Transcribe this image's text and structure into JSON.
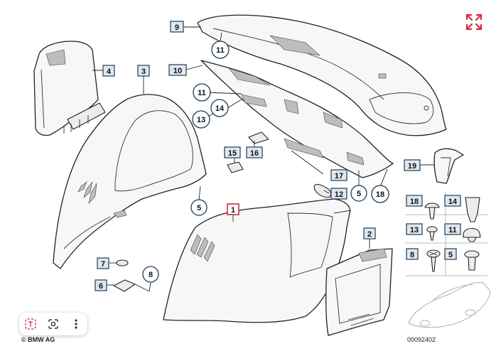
{
  "colors": {
    "callout_border": "#1d3d5c",
    "callout_fill": "#dfe7ee",
    "highlight": "#c0102c",
    "expand_icon": "#d9273f",
    "toolbar_accent": "#e0457b"
  },
  "labels": {
    "p1": "1",
    "p2": "2",
    "p3": "3",
    "p4": "4",
    "p5a": "5",
    "p5b": "5",
    "p6": "6",
    "p7": "7",
    "p8a": "8",
    "p9": "9",
    "p10": "10",
    "p11a": "11",
    "p11b": "11",
    "p12": "12",
    "p13": "13",
    "p14": "14",
    "p15": "15",
    "p16": "16",
    "p17": "17",
    "p18": "18",
    "p19": "19"
  },
  "legend": [
    {
      "label": "18"
    },
    {
      "label": "14"
    },
    {
      "label": "13"
    },
    {
      "label": "11"
    },
    {
      "label": "8"
    },
    {
      "label": "5"
    }
  ],
  "copyright": "© BMW AG",
  "diagram_number": "00092402",
  "toolbar": {
    "text_icon": "text-select-icon",
    "lens_icon": "lens-search-icon",
    "menu_icon": "more-vertical-icon"
  },
  "expand_icon": "expand-arrows-icon"
}
